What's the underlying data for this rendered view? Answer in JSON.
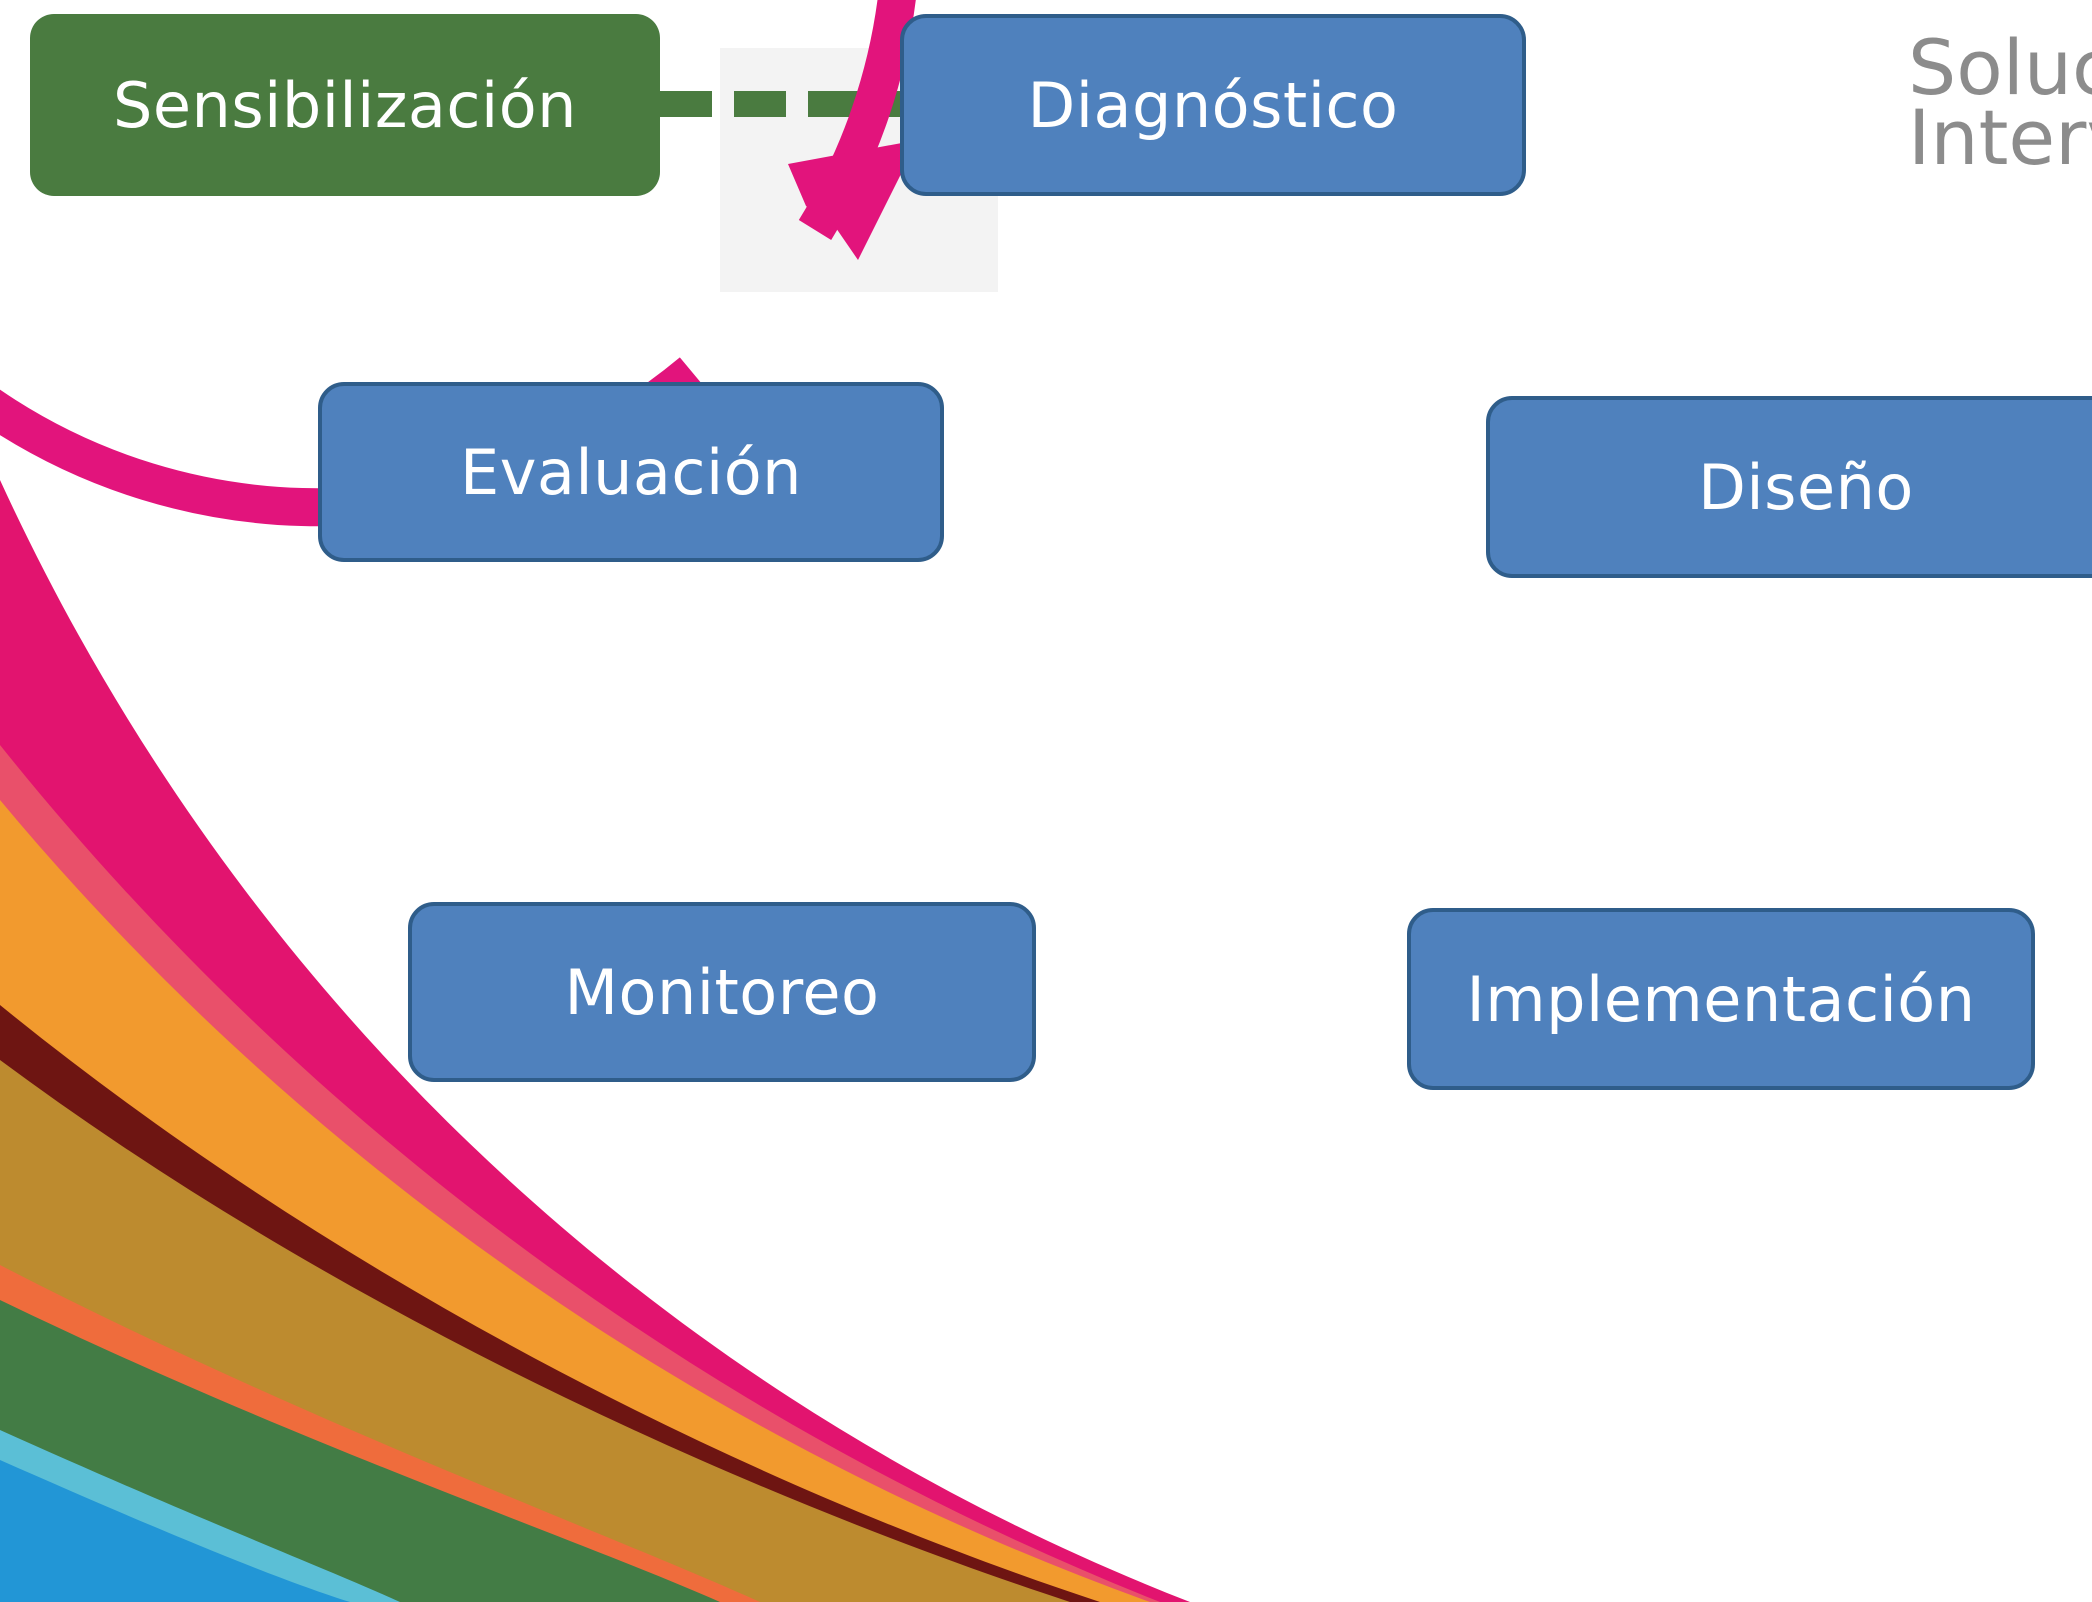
{
  "colors": {
    "cycle": "#e2147c",
    "node_fill": "#4f81bd",
    "node_border": "#2f5d8a",
    "sensitization_fill": "#4a7b40",
    "side_text": "#8c8c8c"
  },
  "nodes": {
    "sensibilizacion": "Sensibilización",
    "diagnostico": "Diagnóstico",
    "diseno": "Diseño",
    "evaluacion": "Evaluación",
    "monitoreo": "Monitoreo",
    "implementacion": "Implementación"
  },
  "side_text": {
    "line1": "Soluc",
    "line2": "Interv"
  }
}
